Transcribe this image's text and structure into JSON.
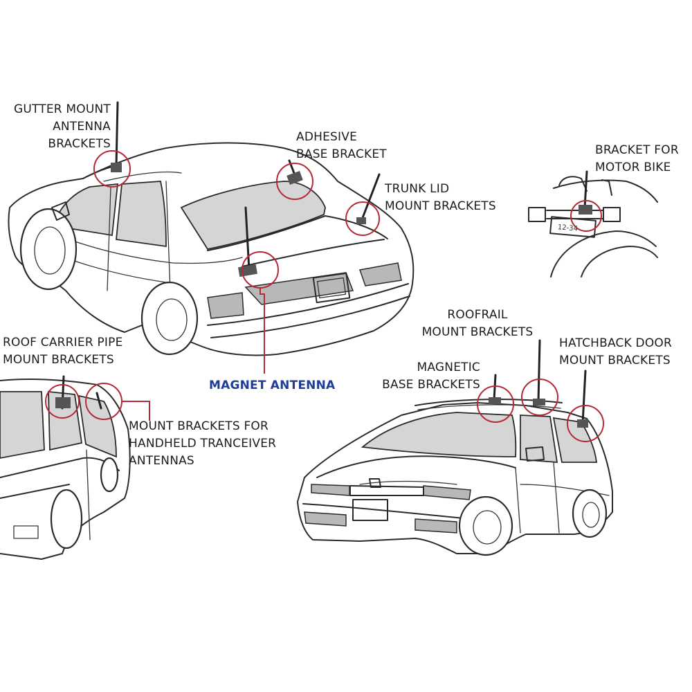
{
  "colors": {
    "ink": "#2a2a2a",
    "highlight_ring": "#b32a36",
    "magnet_label": "#1f3c96"
  },
  "labels": {
    "gutter_mount": "GUTTER MOUNT\nANTENNA\nBRACKETS",
    "adhesive_base": "ADHESIVE\nBASE BRACKET",
    "trunk_lid": "TRUNK LID\nMOUNT BRACKETS",
    "motor_bike": "BRACKET FOR\nMOTOR BIKE",
    "roof_carrier": "ROOF CARRIER PIPE\nMOUNT BRACKETS",
    "magnet_antenna": "MAGNET ANTENNA",
    "handheld": "MOUNT BRACKETS FOR\nHANDHELD TRANCEIVER\nANTENNAS",
    "roofrail": "ROOFRAIL\nMOUNT BRACKETS",
    "magnetic_base": "MAGNETIC\nBASE BRACKETS",
    "hatchback": "HATCHBACK DOOR\nMOUNT BRACKETS",
    "bike_plate": "12-34"
  }
}
